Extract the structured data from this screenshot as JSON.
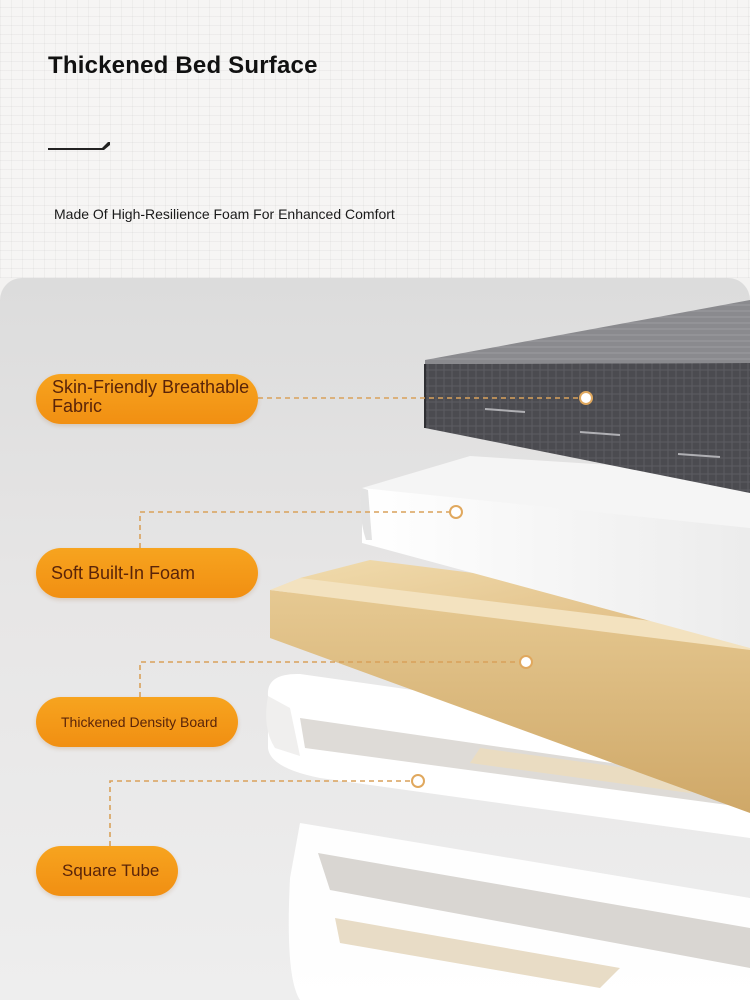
{
  "header": {
    "title": "Thickened Bed Surface",
    "subtitle": "Made Of High-Resilience Foam For Enhanced Comfort"
  },
  "layers": [
    {
      "label": "Skin-Friendly Breathable Fabric"
    },
    {
      "label": "Soft Built-In Foam"
    },
    {
      "label": "Thickened Density Board"
    },
    {
      "label": "Square Tube"
    }
  ],
  "colors": {
    "accent": "#f39a18",
    "label_text": "#5a2409",
    "fabric": "#4a4a4e",
    "foam": "#f7f7f7",
    "board": "#e9cd98",
    "frame": "#ffffff"
  }
}
